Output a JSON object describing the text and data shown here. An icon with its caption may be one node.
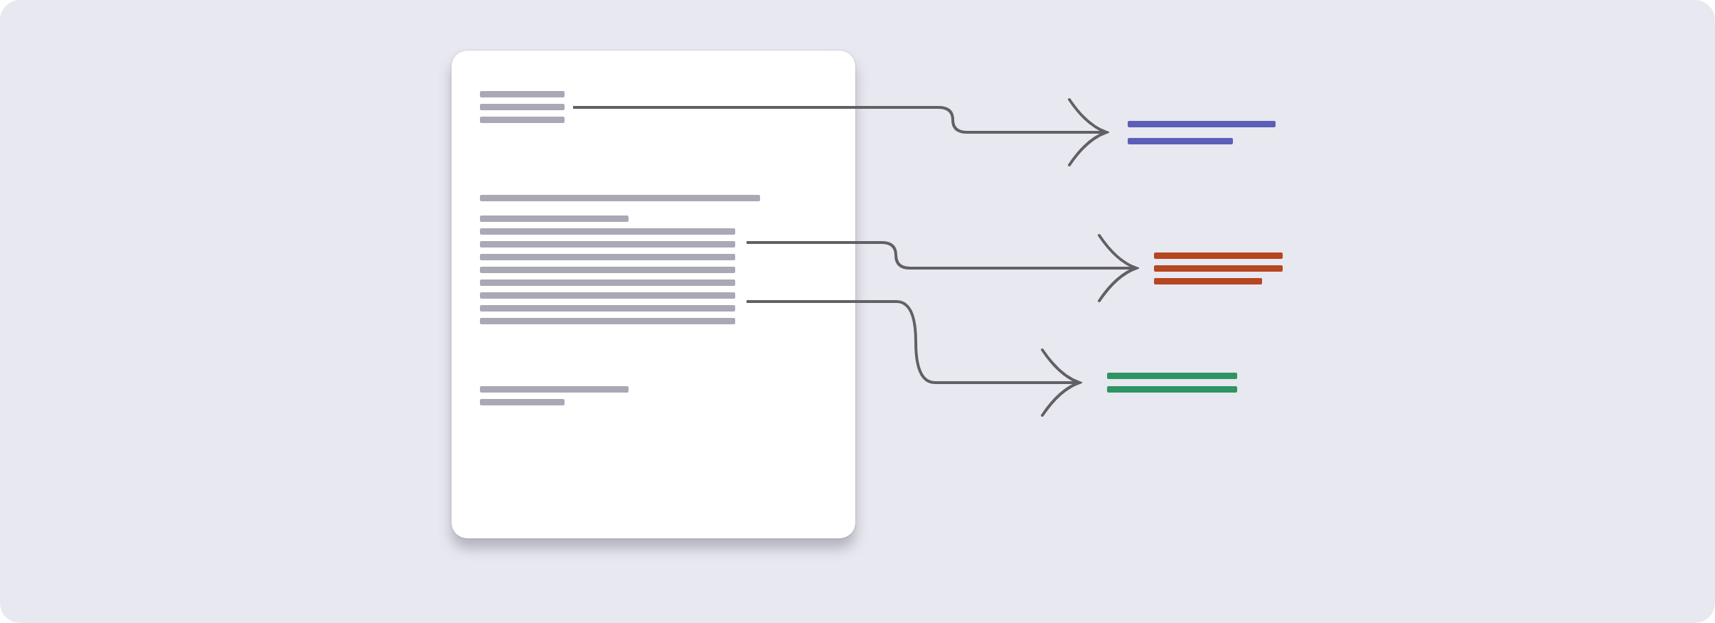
{
  "diagram": {
    "nodes": [
      {
        "text": [],
        "shape": "box"
      },
      {
        "text": [],
        "shape": "bar",
        "in": 0
      },
      {
        "text": [],
        "shape": "bar",
        "in": 0
      },
      {
        "text": [],
        "shape": "bar"
      },
      {
        "text": [],
        "shape": "bar"
      },
      {
        "text": [],
        "shape": "bar"
      }
    ],
    "edges": [
      {
        "from": 1,
        "to": 3,
        "arrow": "to"
      },
      {
        "from": 2,
        "to": 4,
        "arrow": "to"
      },
      {
        "from": 2,
        "to": 5,
        "arrow": "to"
      }
    ]
  }
}
